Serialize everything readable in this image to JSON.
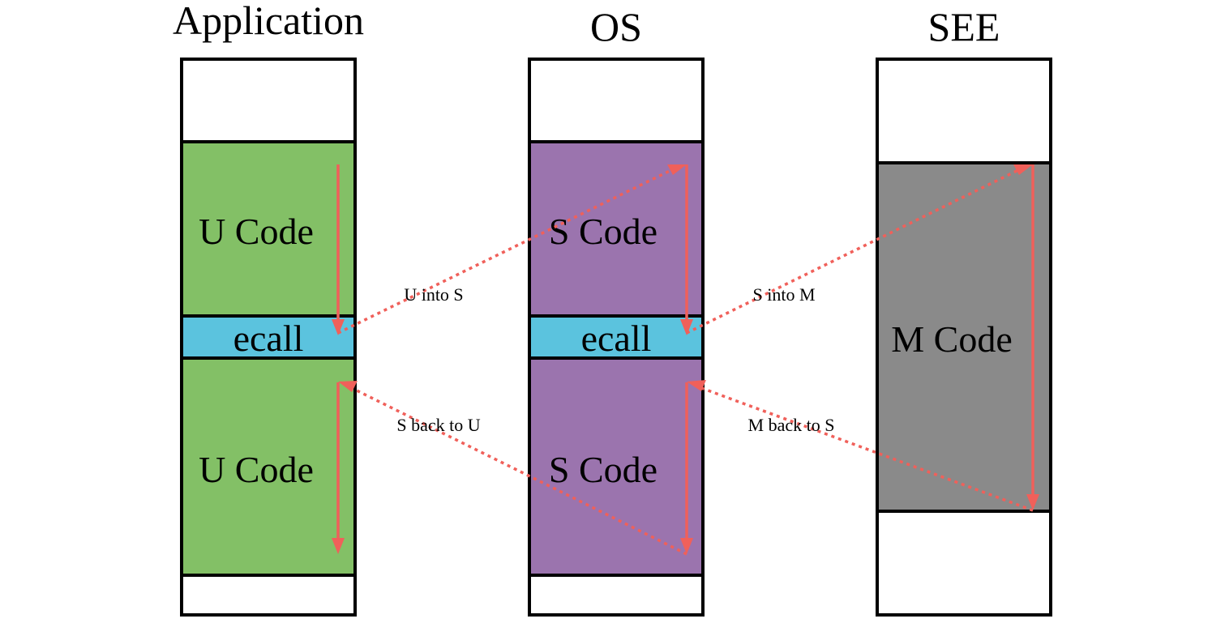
{
  "colors": {
    "app_code": "#83c066",
    "os_code": "#9b74ae",
    "see_code": "#8a8a8a",
    "ecall": "#5bc3de",
    "empty": "#ffffff",
    "arrow": "#f0605a"
  },
  "columns": {
    "application": {
      "title": "Application",
      "top_code_label": "U Code",
      "ecall_label": "ecall",
      "bottom_code_label": "U Code"
    },
    "os": {
      "title": "OS",
      "top_code_label": "S Code",
      "ecall_label": "ecall",
      "bottom_code_label": "S Code"
    },
    "see": {
      "title": "SEE",
      "code_label": "M Code"
    }
  },
  "transitions": {
    "u_into_s": "U into S",
    "s_back_to_u": "S back to U",
    "s_into_m": "S into M",
    "m_back_to_s": "M back to S"
  }
}
